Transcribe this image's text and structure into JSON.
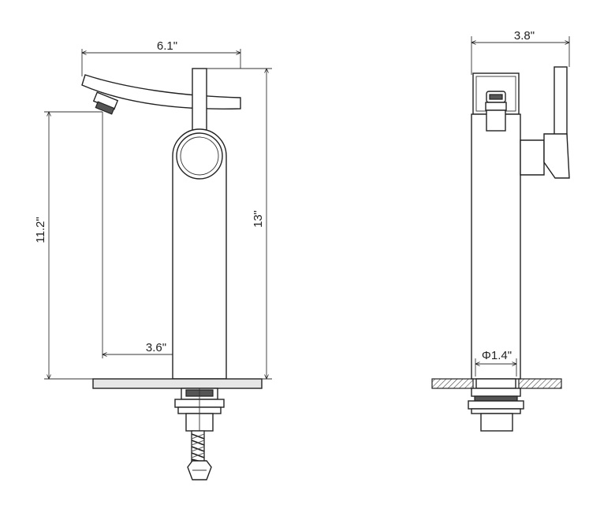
{
  "front_view": {
    "dim_width": "6.1\"",
    "dim_height_spout": "11.2\"",
    "dim_height_total": "13\"",
    "dim_spout_reach": "3.6\""
  },
  "side_view": {
    "dim_depth": "3.8\"",
    "dim_diameter": "Φ1.4\""
  },
  "colors": {
    "line": "#222222",
    "background": "#ffffff"
  }
}
